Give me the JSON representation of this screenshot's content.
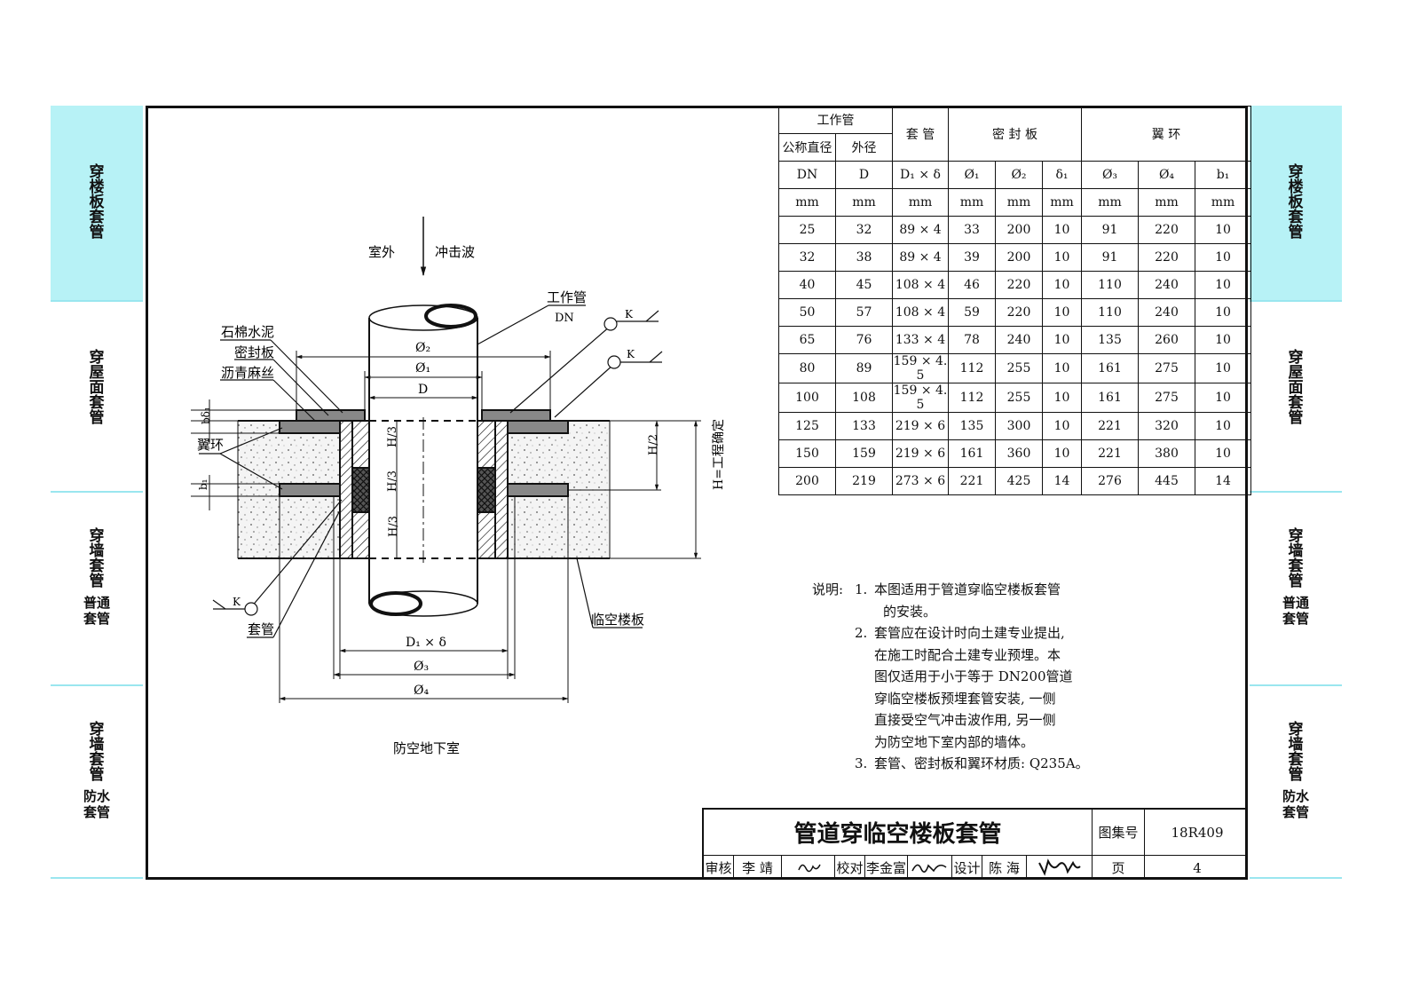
{
  "sidebar_left": [
    {
      "label": "穿楼板套管",
      "sub": ""
    },
    {
      "label": "穿屋面套管",
      "sub": ""
    },
    {
      "label": "穿墙套管",
      "sub": "普通套管"
    },
    {
      "label": "穿墙套管",
      "sub": "防水套管"
    }
  ],
  "sidebar_right": [
    {
      "label": "穿楼板套管",
      "sub": ""
    },
    {
      "label": "穿屋面套管",
      "sub": ""
    },
    {
      "label": "穿墙套管",
      "sub": "普通套管"
    },
    {
      "label": "穿墙套管",
      "sub": "防水套管"
    }
  ],
  "table": {
    "group_work_pipe": "工作管",
    "col_nominal": "公称直径",
    "col_outer": "外径",
    "group_sleeve": "套 管",
    "group_seal": "密  封  板",
    "group_ring": "翼 环",
    "symbols": [
      "DN",
      "D",
      "D₁ × δ",
      "Ø₁",
      "Ø₂",
      "δ₁",
      "Ø₃",
      "Ø₄",
      "b₁"
    ],
    "units": [
      "mm",
      "mm",
      "mm",
      "mm",
      "mm",
      "mm",
      "mm",
      "mm",
      "mm"
    ],
    "rows": [
      [
        "25",
        "32",
        "89 × 4",
        "33",
        "200",
        "10",
        "91",
        "220",
        "10"
      ],
      [
        "32",
        "38",
        "89 × 4",
        "39",
        "200",
        "10",
        "91",
        "220",
        "10"
      ],
      [
        "40",
        "45",
        "108 × 4",
        "46",
        "220",
        "10",
        "110",
        "240",
        "10"
      ],
      [
        "50",
        "57",
        "108 × 4",
        "59",
        "220",
        "10",
        "110",
        "240",
        "10"
      ],
      [
        "65",
        "76",
        "133 × 4",
        "78",
        "240",
        "10",
        "135",
        "260",
        "10"
      ],
      [
        "80",
        "89",
        "159 × 4. 5",
        "112",
        "255",
        "10",
        "161",
        "275",
        "10"
      ],
      [
        "100",
        "108",
        "159 × 4. 5",
        "112",
        "255",
        "10",
        "161",
        "275",
        "10"
      ],
      [
        "125",
        "133",
        "219 × 6",
        "135",
        "300",
        "10",
        "221",
        "320",
        "10"
      ],
      [
        "150",
        "159",
        "219 × 6",
        "161",
        "360",
        "10",
        "221",
        "380",
        "10"
      ],
      [
        "200",
        "219",
        "273 × 6",
        "221",
        "425",
        "14",
        "276",
        "445",
        "14"
      ]
    ]
  },
  "drawing": {
    "outdoor": "室外",
    "shockwave": "冲击波",
    "work_pipe": "工作管",
    "work_pipe_dn": "DN",
    "asbestos_cement": "石棉水泥",
    "seal_plate": "密封板",
    "asphalt_hemp": "沥青麻丝",
    "wing_ring": "翼环",
    "sleeve": "套管",
    "slab": "临空楼板",
    "basement": "防空地下室",
    "dim_phi2": "Ø₂",
    "dim_phi1": "Ø₁",
    "dim_d": "D",
    "dim_d1": "D₁ × δ",
    "dim_phi3": "Ø₃",
    "dim_phi4": "Ø₄",
    "dim_h3": "H/3",
    "dim_h2": "H/2",
    "dim_h": "H=工程确定",
    "dim_b_delta": "bδ₁",
    "dim_b1": "b₁",
    "weld_k": "K"
  },
  "notes": {
    "lead": "说明:",
    "items": [
      {
        "num": "1.",
        "lines": [
          "本图适用于管道穿临空楼板套管",
          "的安装。"
        ]
      },
      {
        "num": "2.",
        "lines": [
          "套管应在设计时向土建专业提出,",
          "在施工时配合土建专业预埋。本",
          "图仅适用于小于等于 DN200管道",
          "穿临空楼板预埋套管安装, 一侧",
          "直接受空气冲击波作用, 另一侧",
          "为防空地下室内部的墙体。"
        ]
      },
      {
        "num": "3.",
        "lines": [
          "套管、密封板和翼环材质: Q235A。"
        ]
      }
    ]
  },
  "title_block": {
    "title": "管道穿临空楼板套管",
    "atlas_label": "图集号",
    "atlas_no": "18R409",
    "review_label": "审核",
    "review_name": "李 靖",
    "check_label": "校对",
    "check_name": "李金富",
    "design_label": "设计",
    "design_name": "陈 海",
    "page_label": "页",
    "page_no": "4"
  }
}
